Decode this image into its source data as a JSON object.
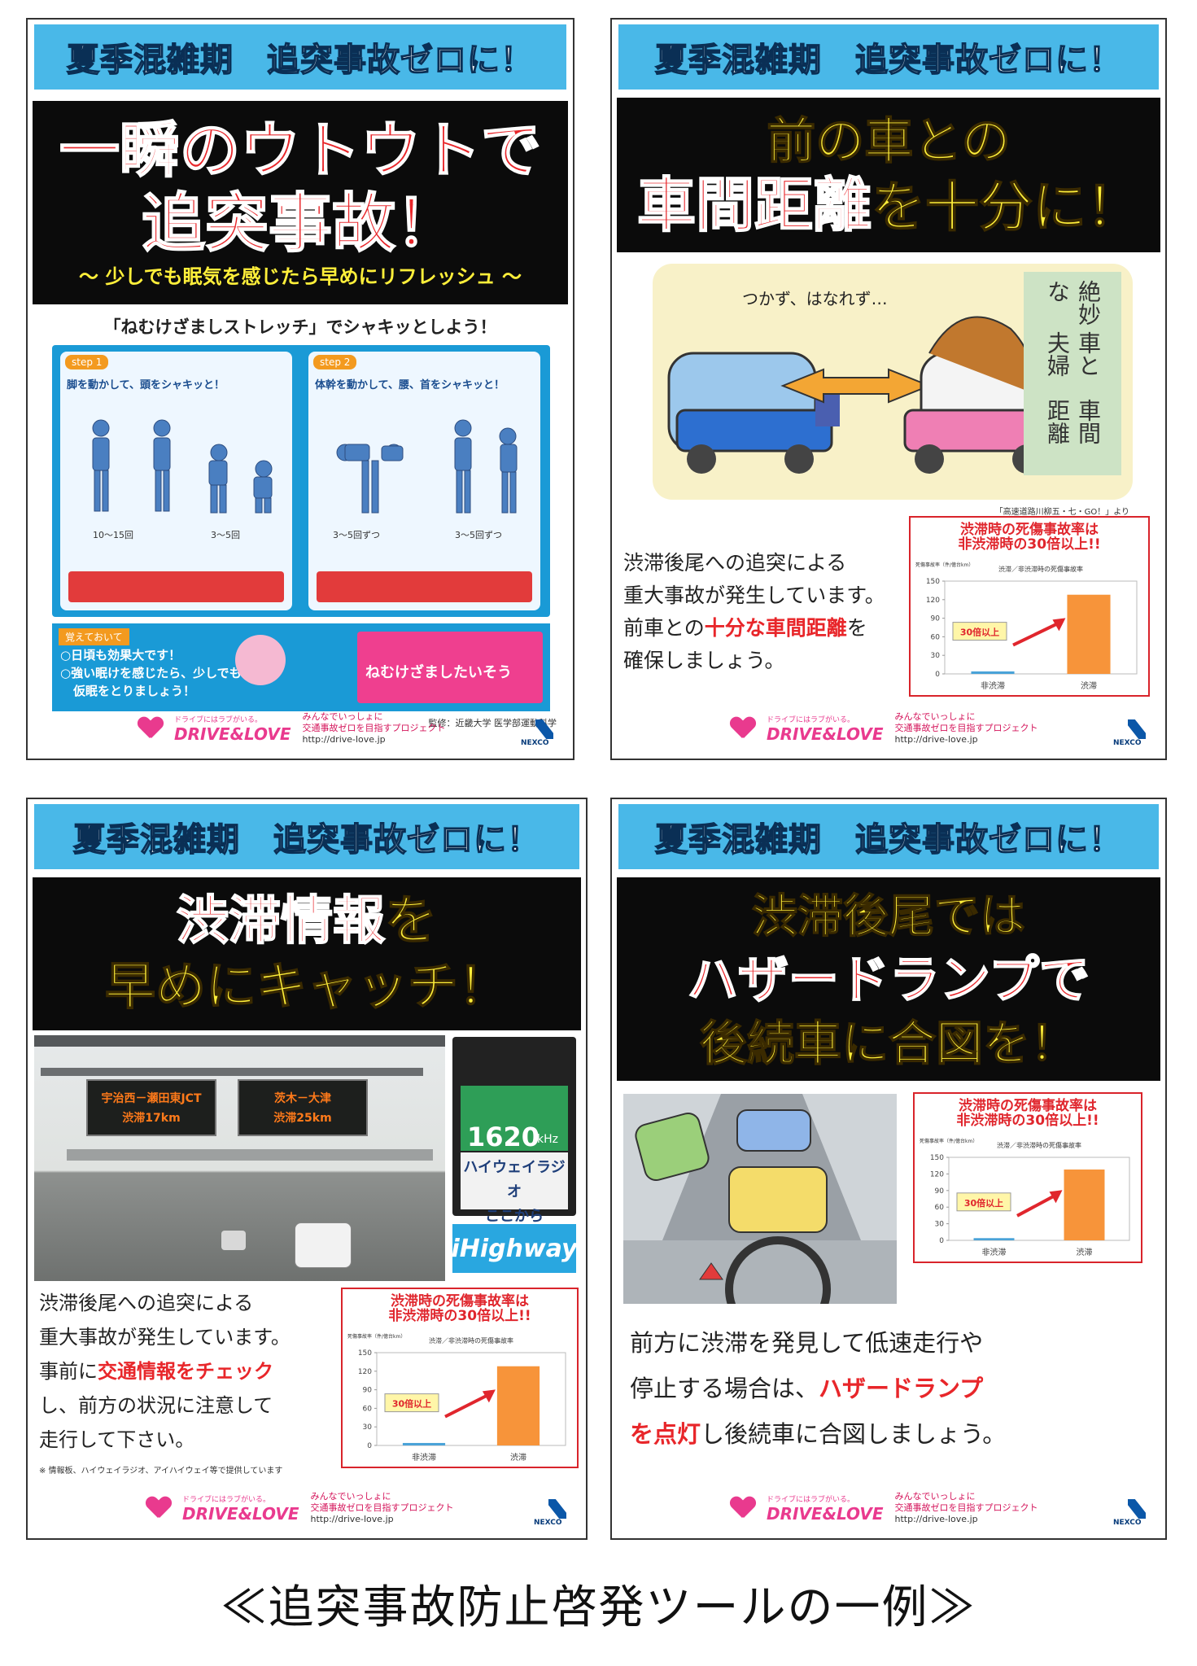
{
  "banner_text": "夏季混雑期　追突事故ゼロに！",
  "footer": {
    "tagline": "ドライブにはラブがいる。",
    "brand": "DRIVE&LOVE",
    "message_line1": "みんなでいっしょに",
    "message_line2": "交通事故ゼロを目指すプロジェクト",
    "url": "http://drive-love.jp",
    "nexco": "NEXCO"
  },
  "poster1": {
    "headline1": "一瞬のウトウトで",
    "headline2": "追突事故！",
    "subline": "〜 少しでも眠気を感じたら早めにリフレッシュ 〜",
    "stretch_title": "「ねむけざましストレッチ」でシャキッとしよう！",
    "step1_tag": "step 1",
    "step1_title": "脚を動かして、頭をシャキッと！",
    "step1_counts": [
      "10〜15回",
      "3〜5回"
    ],
    "step2_tag": "step 2",
    "step2_title": "体幹を動かして、腰、首をシャキッと！",
    "step2_counts": [
      "3〜5回ずつ",
      "3〜5回ずつ"
    ],
    "tip_title": "覚えておいて",
    "tip_lines": [
      "○日頃も効果大です！",
      "○強い眠けを感じたら、少しでも",
      "仮眠をとりましょう！"
    ],
    "sleep_word": "ねむけざましたいそう",
    "supervisor": "監修：近畿大学 医学部運動科学"
  },
  "poster2": {
    "headline1": "前の車との",
    "headline2_red": "車間距離",
    "headline2_rest": "を十分に！",
    "speech": "つかず、はなれず…",
    "note_lines": [
      "絶妙な",
      "車と夫婦",
      "車間距離"
    ],
    "illus_caption": "「高速道路川柳五・七・GO！」より",
    "text_line1": "渋滞後尾への追突による",
    "text_line2": "重大事故が発生しています。",
    "text_line3_a": "前車との",
    "text_line3_red": "十分な車間距離",
    "text_line3_b": "を",
    "text_line4": "確保しましょう。"
  },
  "poster3": {
    "headline1_red": "渋滞情報",
    "headline1_rest": "を",
    "headline2": "早めにキャッチ！",
    "sign_line1": "宇治西－瀬田東JCT",
    "sign_line2": "渋滞17km",
    "sign_line3": "茨木－大津",
    "sign_line4": "渋滞25km",
    "radio_freq": "1620",
    "radio_unit": "kHz",
    "radio_label1": "ハイウェイラジオ",
    "radio_label2": "ここから",
    "ihighway": "iHighway",
    "text_line1": "渋滞後尾への追突による",
    "text_line2": "重大事故が発生しています。",
    "text_line3_a": "事前に",
    "text_line3_red": "交通情報をチェック",
    "text_line4": "し、前方の状況に注意して",
    "text_line5": "走行して下さい。",
    "footnote": "※ 情報板、ハイウェイラジオ、アイハイウェイ等で提供しています"
  },
  "poster4": {
    "headline1": "渋滞後尾では",
    "headline2": "ハザードランプで",
    "headline3": "後続車に合図を！",
    "text_line1": "前方に渋滞を発見して低速走行や",
    "text_line2_a": "停止する場合は、",
    "text_line2_red": "ハザードランプ",
    "text_line3_red": "を点灯",
    "text_line3_b": "し後続車に合図しましょう。"
  },
  "chart_data": {
    "type": "bar",
    "title": "渋滞時の死傷事故率は非渋滞時の30倍以上!!",
    "subtitle": "渋滞／非渋滞時の死傷事故率",
    "ylabel": "死傷事故率（件/億台km）",
    "categories": [
      "非渋滞",
      "渋滞"
    ],
    "values": [
      4,
      128
    ],
    "ylim": [
      0,
      150
    ],
    "yticks": [
      0,
      30,
      60,
      90,
      120,
      150
    ],
    "annotation": "30倍以上",
    "colors": [
      "#4aa3d8",
      "#f7943a"
    ]
  },
  "title_text": "≪追突事故防止啓発ツールの一例≫"
}
